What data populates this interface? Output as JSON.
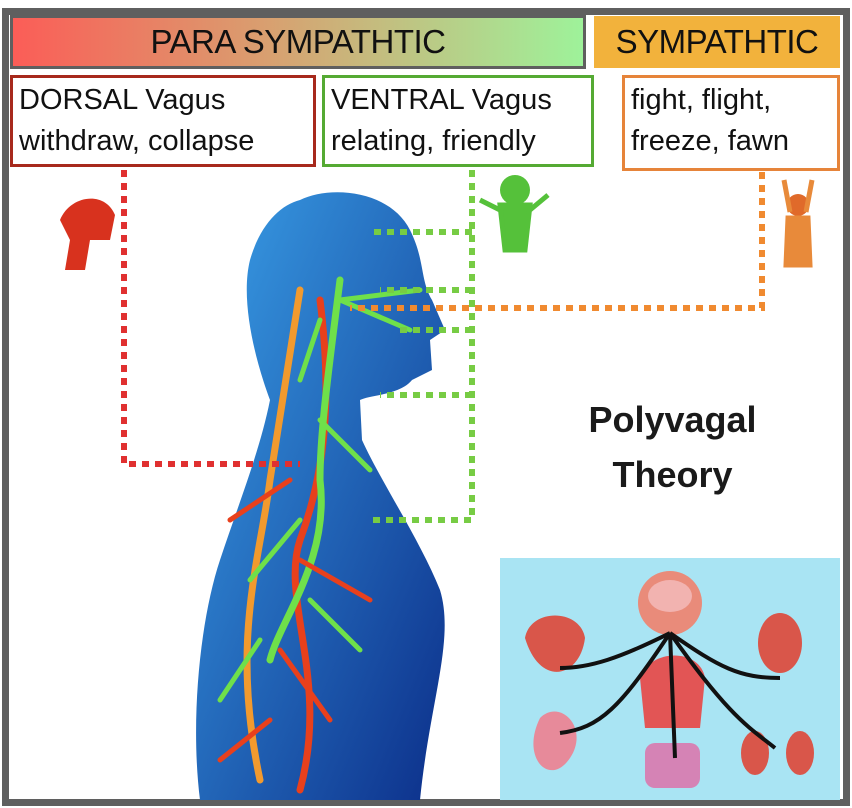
{
  "header": {
    "parasympathetic": "PARA SYMPATHTIC",
    "sympathetic": "SYMPATHTIC"
  },
  "boxes": {
    "dorsal": {
      "line1": "DORSAL Vagus",
      "line2": "withdraw, collapse"
    },
    "ventral": {
      "line1": "VENTRAL Vagus",
      "line2": "relating, friendly"
    },
    "sympathetic": {
      "line1": "fight, flight,",
      "line2": "freeze, fawn"
    }
  },
  "title": {
    "line1": "Polyvagal",
    "line2": "Theory"
  },
  "colors": {
    "dorsal": "#a7291c",
    "ventral": "#55aa33",
    "sympathetic": "#e6843a",
    "dashed_red": "#e03030",
    "dashed_green": "#77cc44",
    "dashed_orange": "#f08a30"
  }
}
